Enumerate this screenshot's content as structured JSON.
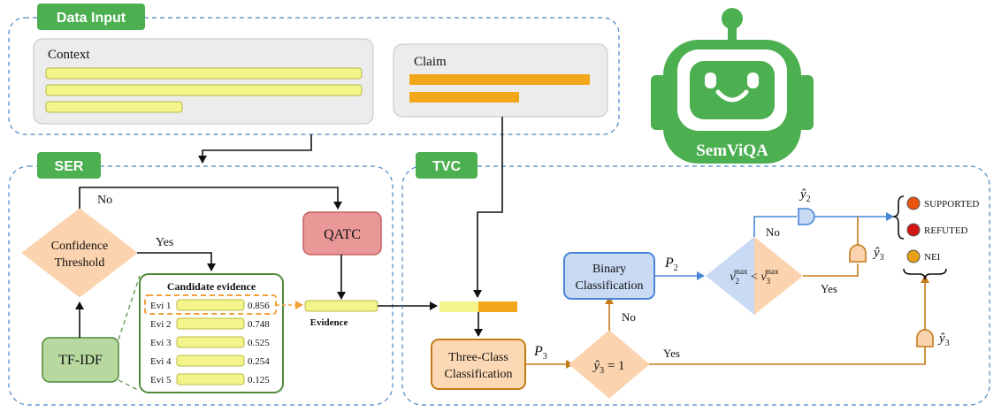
{
  "sections": {
    "data_input": "Data Input",
    "ser": "SER",
    "tvc": "TVC"
  },
  "data_input": {
    "context_label": "Context",
    "claim_label": "Claim"
  },
  "logo": {
    "name": "SemViQA"
  },
  "ser": {
    "confidence_line1": "Confidence",
    "confidence_line2": "Threshold",
    "no": "No",
    "yes": "Yes",
    "qatc": "QATC",
    "tfidf": "TF-IDF",
    "candidate_title": "Candidate evidence",
    "evidence_label": "Evidence",
    "candidates": [
      {
        "label": "Evi 1",
        "score": "0.856"
      },
      {
        "label": "Evi 2",
        "score": "0.748"
      },
      {
        "label": "Evi 3",
        "score": "0.525"
      },
      {
        "label": "Evi 4",
        "score": "0.254"
      },
      {
        "label": "Evi 5",
        "score": "0.125"
      }
    ]
  },
  "tvc": {
    "three_class_line1": "Three-Class",
    "three_class_line2": "Classification",
    "binary_line1": "Binary",
    "binary_line2": "Classification",
    "p2": "P",
    "p2_sub": "2",
    "p3": "P",
    "p3_sub": "3",
    "y3_condition": "ŷ",
    "y3_condition_sub": "3",
    "y3_condition_rest": " = 1",
    "compare_left": "v",
    "compare_left_sub": "2",
    "compare_left_sup": "max",
    "compare_op": " < ",
    "compare_right": "v",
    "compare_right_sub": "3",
    "compare_right_sup": "max",
    "no_up": "No",
    "yes_right": "Yes",
    "no_top": "No",
    "yes_compare": "Yes",
    "y_hat": "ŷ",
    "y2_sub": "2",
    "y3_sub": "3",
    "outputs": [
      {
        "label": "SUPPORTED",
        "color": "#e8530f"
      },
      {
        "label": "REFUTED",
        "color": "#d21414"
      },
      {
        "label": "NEI",
        "color": "#e6a116"
      }
    ]
  },
  "colors": {
    "tag_green": "#4caf50",
    "dash_blue": "#4a86c8",
    "highlight_yellow": "#f3f58a",
    "claim_orange": "#f2a71b",
    "orange_line": "#c47a18",
    "blue_line": "#4a86d8",
    "qatc_fill": "#e99797",
    "tfidf_fill": "#b7d9a0",
    "binary_fill": "#c9daf5",
    "three_class_fill": "#fcd9b4",
    "diamond_fill": "#fbd3ae"
  }
}
